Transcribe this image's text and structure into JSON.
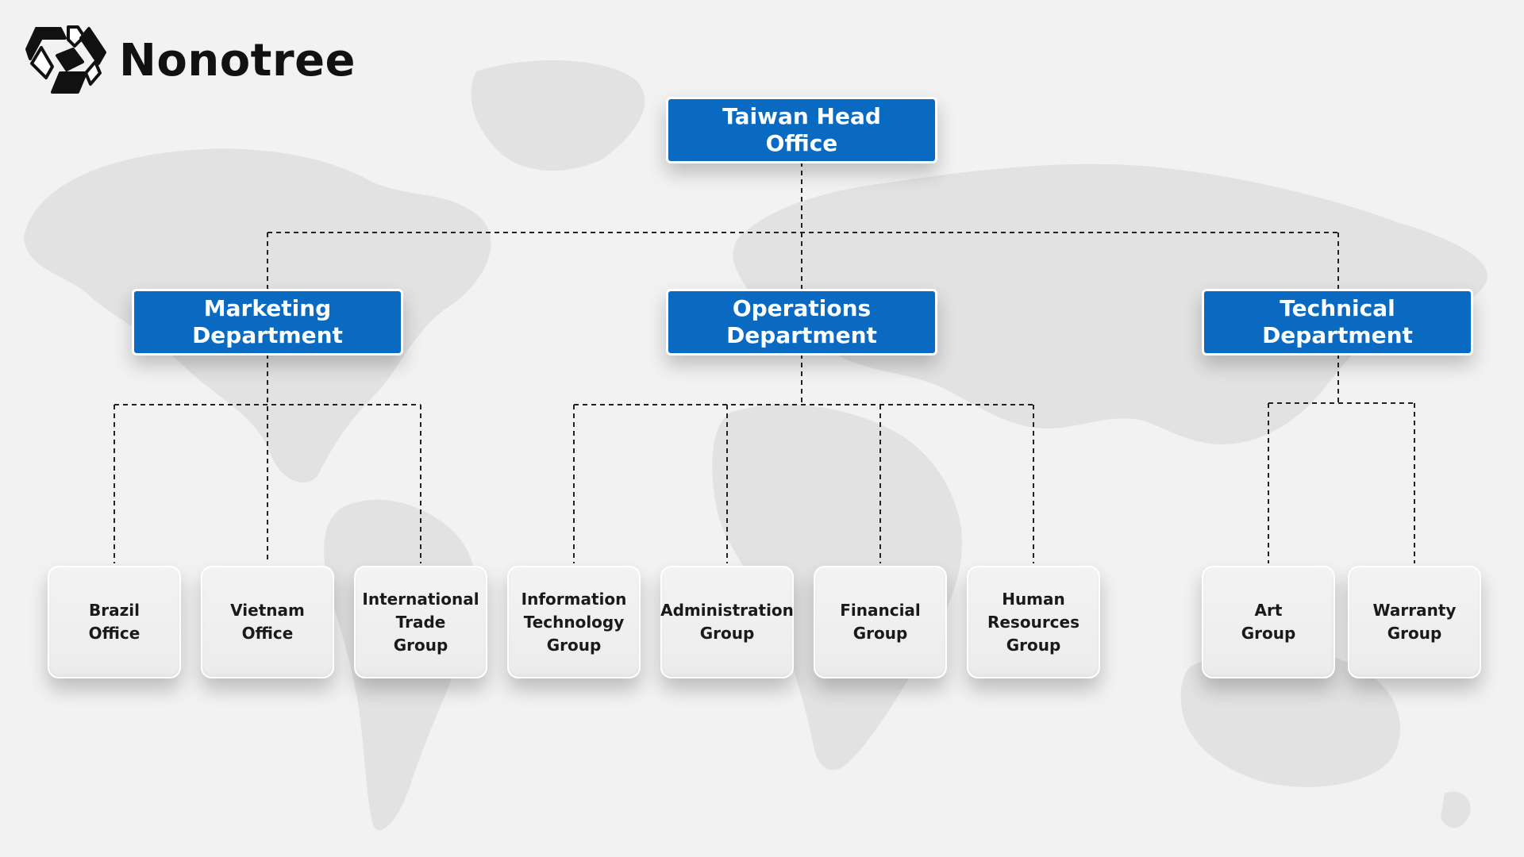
{
  "brand": {
    "name": "Nonotree",
    "logo_icon": "nonotree-logo-icon"
  },
  "colors": {
    "accent": "#0a6ac1",
    "connector": "#222222",
    "leaf_bg": "#efefef",
    "background": "#f2f2f2"
  },
  "org": {
    "root": {
      "label": "Taiwan Head\nOffice"
    },
    "departments": [
      {
        "id": "marketing",
        "label": "Marketing\nDepartment"
      },
      {
        "id": "operations",
        "label": "Operations\nDepartment"
      },
      {
        "id": "technical",
        "label": "Technical\nDepartment"
      }
    ],
    "units": [
      {
        "id": "brazil",
        "label": "Brazil\nOffice",
        "parent": "marketing"
      },
      {
        "id": "vietnam",
        "label": "Vietnam\nOffice",
        "parent": "marketing"
      },
      {
        "id": "intl-trade",
        "label": "International\nTrade\nGroup",
        "parent": "marketing"
      },
      {
        "id": "it",
        "label": "Information\nTechnology\nGroup",
        "parent": "operations"
      },
      {
        "id": "admin",
        "label": "Administration\nGroup",
        "parent": "operations"
      },
      {
        "id": "financial",
        "label": "Financial\nGroup",
        "parent": "operations"
      },
      {
        "id": "hr",
        "label": "Human\nResources\nGroup",
        "parent": "operations"
      },
      {
        "id": "art",
        "label": "Art\nGroup",
        "parent": "technical"
      },
      {
        "id": "warranty",
        "label": "Warranty\nGroup",
        "parent": "technical"
      }
    ]
  }
}
